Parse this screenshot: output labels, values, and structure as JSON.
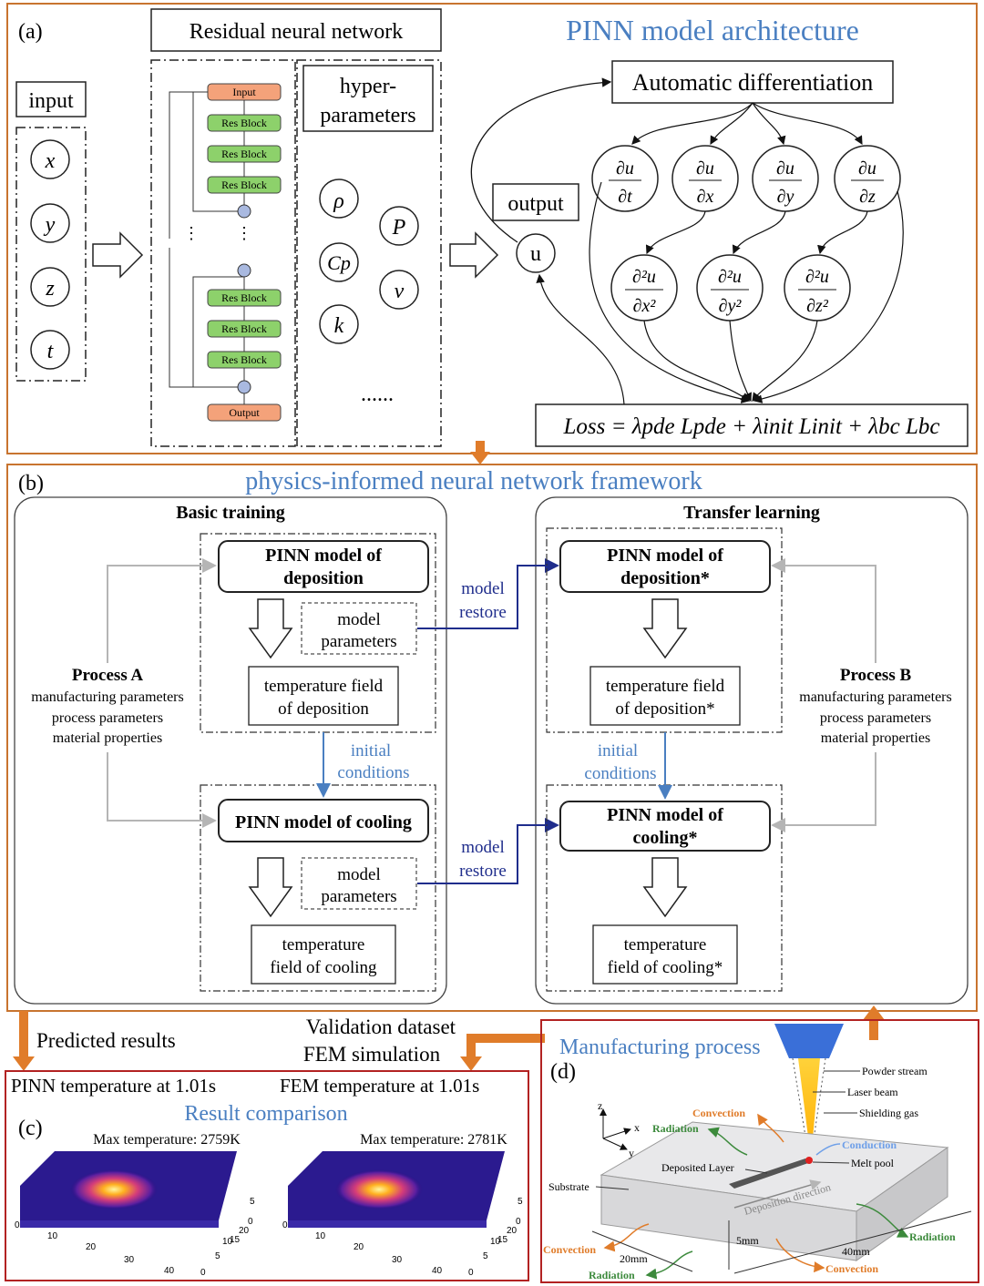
{
  "panel_a": {
    "tag": "(a)",
    "title": "PINN model architecture",
    "input_label": "input",
    "inputs": [
      "x",
      "y",
      "z",
      "t"
    ],
    "resnet_title": "Residual neural network",
    "resnet_input": "Input",
    "res_block": "Res Block",
    "resnet_output": "Output",
    "hyper_title_1": "hyper-",
    "hyper_title_2": "parameters",
    "hyperparams": [
      "ρ",
      "P",
      "Cp",
      "v",
      "k"
    ],
    "hyper_more": "......",
    "output_label": "output",
    "output_var": "u",
    "autodiff": "Automatic differentiation",
    "first_derivs": [
      "∂u/∂t",
      "∂u/∂x",
      "∂u/∂y",
      "∂u/∂z"
    ],
    "second_derivs": [
      "∂²u/∂x²",
      "∂²u/∂y²",
      "∂²u/∂z²"
    ],
    "loss": "Loss = λpde Lpde + λinit Linit + λbc Lbc"
  },
  "panel_b": {
    "tag": "(b)",
    "title": "physics-informed neural network framework",
    "basic_title": "Basic training",
    "transfer_title": "Transfer learning",
    "pinn_dep_1": "PINN model of",
    "pinn_dep_2": "deposition",
    "pinn_dep_star_2": "deposition*",
    "model_params_1": "model",
    "model_params_2": "parameters",
    "temp_dep_1": "temperature field",
    "temp_dep_2": "of deposition",
    "temp_dep_star_2": "of deposition*",
    "pinn_cool": "PINN model of cooling",
    "pinn_cool_star_1": "PINN model of",
    "pinn_cool_star_2": "cooling*",
    "temp_cool_1": "temperature",
    "temp_cool_2": "field of cooling",
    "temp_cool_star_2": "field of cooling*",
    "model_restore_1": "model",
    "model_restore_2": "restore",
    "initial_1": "initial",
    "initial_2": "conditions",
    "process_a": "Process A",
    "process_b": "Process B",
    "proc_lines": [
      "manufacturing parameters",
      "process parameters",
      "material properties"
    ]
  },
  "between": {
    "predicted": "Predicted results",
    "validation_1": "Validation dataset",
    "validation_2": "FEM simulation"
  },
  "panel_c": {
    "tag": "(c)",
    "title": "Result comparison",
    "pinn_label": "PINN temperature at 1.01s",
    "fem_label": "FEM temperature at 1.01s",
    "max_pinn": "Max temperature: 2759K",
    "max_fem": "Max temperature: 2781K",
    "x_ticks": [
      "0",
      "10",
      "20",
      "30",
      "40"
    ],
    "y_ticks": [
      "0",
      "5",
      "10",
      "15",
      "20"
    ],
    "z_ticks": [
      "0",
      "5"
    ]
  },
  "panel_d": {
    "tag": "(d)",
    "title": "Manufacturing process",
    "powder": "Powder stream",
    "laser": "Laser beam",
    "shield": "Shielding gas",
    "convection": "Convection",
    "radiation": "Radiation",
    "conduction": "Conduction",
    "melt_pool": "Melt pool",
    "deposited": "Deposited Layer",
    "substrate": "Substrate",
    "direction": "Deposition direction",
    "dim_5": "5mm",
    "dim_20": "20mm",
    "dim_40": "40mm",
    "axis_z": "z",
    "axis_x": "x",
    "axis_y": "y"
  },
  "colors": {
    "orange_border": "#c8742f",
    "blue_title": "#4a7fc1",
    "res_block": "#8dd16b",
    "io_block": "#f4a27a",
    "node": "#a9b9e0",
    "dark_blue": "#1f2d8c",
    "green_annot": "#3c8a3c",
    "orange_annot": "#e07c2a",
    "nozzle": "#3a6fd8",
    "red_box": "#b22222"
  }
}
